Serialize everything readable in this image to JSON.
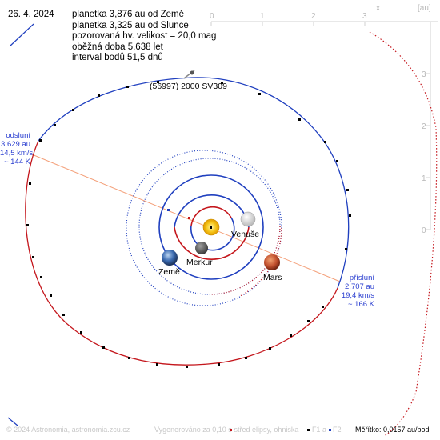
{
  "header": {
    "date": "26. 4. 2024",
    "lines": [
      "planetka 3,876 au od Země",
      "planetka 3,325 au od Slunce",
      "pozorovaná hv. velikost = 20,0 mag",
      "oběžná doba 5,638 let",
      "interval bodů 51,5 dnů"
    ]
  },
  "axes": {
    "x_label": "x",
    "unit": "[au]",
    "x_ticks": [
      "0",
      "1",
      "2",
      "3"
    ],
    "z_ticks": [
      "3",
      "2",
      "1",
      "0"
    ]
  },
  "asteroid": {
    "name": "(56997) 2000 SV309"
  },
  "bodies": [
    {
      "name": "Venuše",
      "color": "#e6e6e6"
    },
    {
      "name": "Merkur",
      "color": "#6e6e6e"
    },
    {
      "name": "Země",
      "color": "#3a6ab0"
    },
    {
      "name": "Mars",
      "color": "#c1502e"
    },
    {
      "name": "Slunce",
      "color": "#f5c518"
    }
  ],
  "aphelion": {
    "lines": [
      "odsluní",
      "3,629 au",
      "14,5 km/s",
      "~ 144 K"
    ]
  },
  "perihelion": {
    "lines": [
      "přísluní",
      "2,707 au",
      "19,4 km/s",
      "~ 166 K"
    ]
  },
  "colors": {
    "orbit_above": "#1f3fbf",
    "orbit_below": "#c4161c",
    "apsis_line": "#f4a07a"
  },
  "footer": {
    "copyright": "© 2024 Astronomia, astronomia.zcu.cz",
    "generated": "Vygenerováno za 0,10 s",
    "legend_center": "střed elipsy, ohniska",
    "legend_f1": "F1",
    "legend_a": "a",
    "legend_f2": "F2",
    "scale": "Měřítko: 0,0157 au/bod"
  }
}
